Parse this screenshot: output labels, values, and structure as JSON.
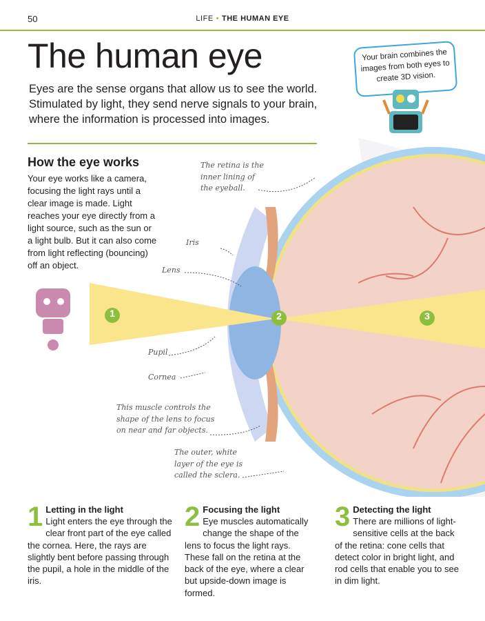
{
  "header": {
    "page_number": "50",
    "section": "LIFE",
    "topic": "THE HUMAN EYE"
  },
  "title": "The human eye",
  "intro": "Eyes are the sense organs that allow us to see the world. Stimulated by light, they send nerve signals to your brain, where the information is processed into images.",
  "bubble": "Your brain combines the images from both eyes to create 3D vision.",
  "how": {
    "heading": "How the eye works",
    "body": "Your eye works like a camera, focusing the light rays until a clear image is made. Light reaches your eye directly from a light source, such as the sun or a light bulb. But it can also come from light reflecting (bouncing) off an object."
  },
  "labels": {
    "retina": "The retina is the inner lining of the eyeball.",
    "iris": "Iris",
    "lens": "Lens",
    "pupil": "Pupil",
    "cornea": "Cornea",
    "muscle": "This muscle controls the shape of the lens to focus on near and far objects.",
    "sclera": "The outer, white layer of the eye is called the sclera."
  },
  "markers": [
    "1",
    "2",
    "3"
  ],
  "steps": [
    {
      "num": "1",
      "title": "Letting in the light",
      "body": "Light enters the eye through the clear front part of the eye called the cornea. Here, the rays are slightly bent before passing through the pupil, a hole in the middle of the iris."
    },
    {
      "num": "2",
      "title": "Focusing the light",
      "body": "Eye muscles automatically change the shape of the lens to focus the light rays. These fall on the retina at the back of the eye, where a clear but upside-down image is formed."
    },
    {
      "num": "3",
      "title": "Detecting the light",
      "body": "There are millions of light-sensitive cells at the back of the retina: cone cells that detect color in bright light, and rod cells that enable you to see in dim light."
    }
  ],
  "colors": {
    "accent": "#8cbf3f",
    "sclera": "#a9d3ef",
    "eyeball": "#f3d3c8",
    "lens": "#8fb6e3",
    "beam": "#fbe58c",
    "vessel": "#e07a6e"
  }
}
